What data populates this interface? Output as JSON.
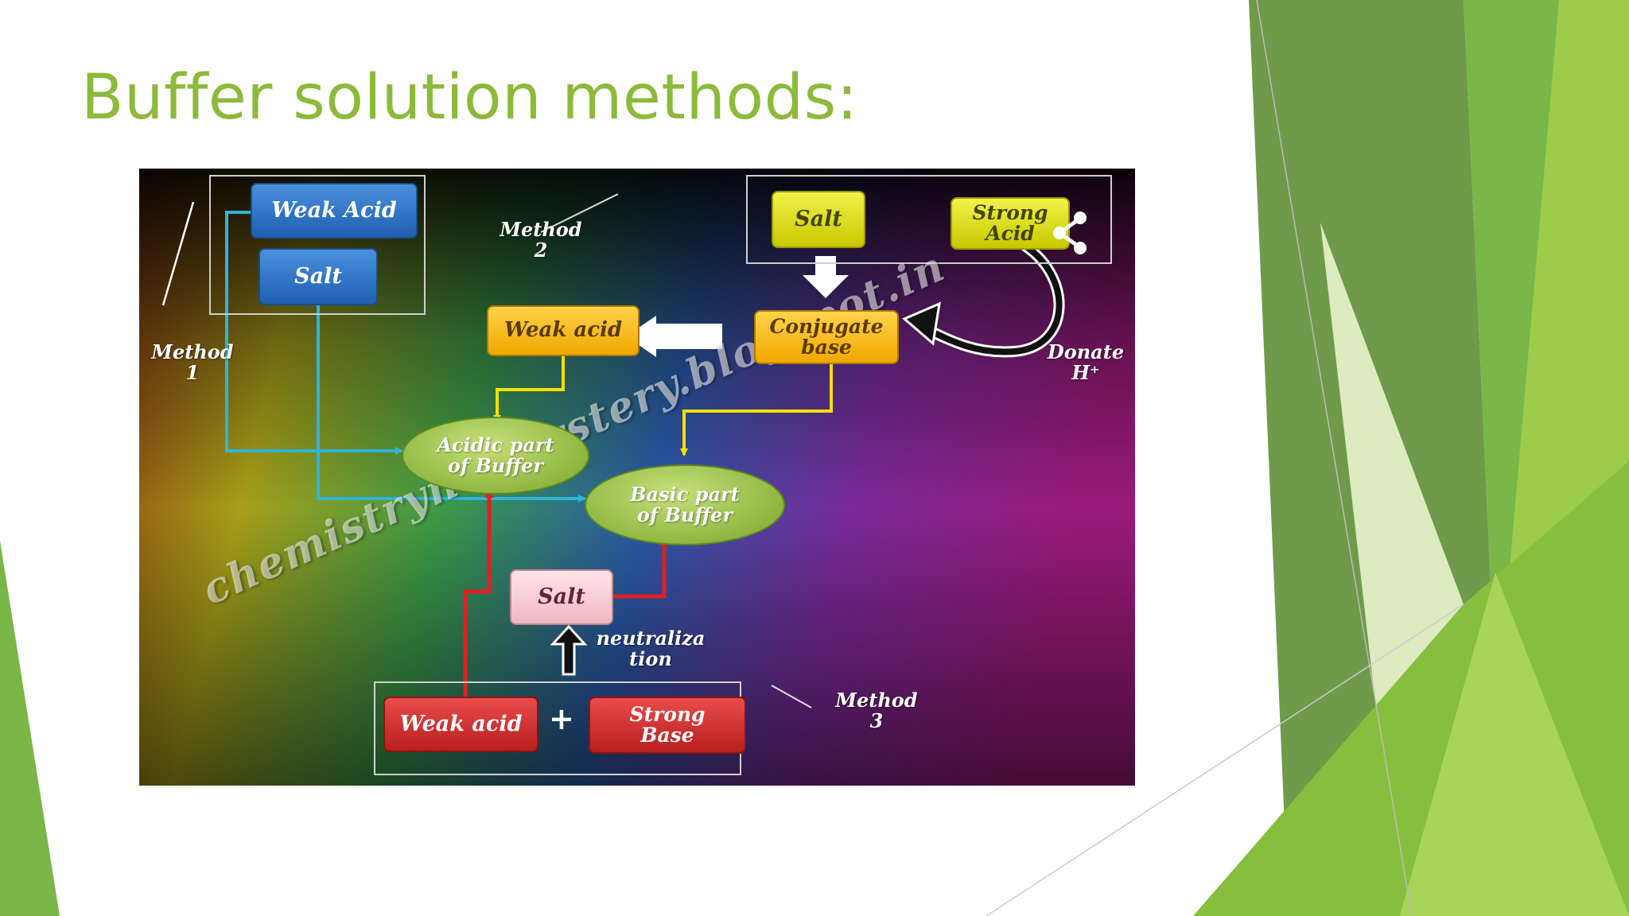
{
  "slide": {
    "title": "Buffer solution methods:",
    "colors": {
      "title": "#8cba3a",
      "accent_dark": "#6f9a4a",
      "accent_mid": "#7ab648",
      "accent_light": "#9ccc4a",
      "accent_pale": "#dcebc0"
    }
  },
  "diagram": {
    "watermark": "chemistrynotmystery.blogspot.in",
    "method1": {
      "label": "Method\n1",
      "weak_acid": "Weak Acid",
      "salt": "Salt"
    },
    "method2": {
      "label": "Method\n2",
      "salt": "Salt",
      "strong_acid": "Strong\nAcid",
      "conjugate_base": "Conjugate\nbase",
      "weak_acid": "Weak acid",
      "donate": "Donate\nH⁺"
    },
    "acidic_part": "Acidic part\nof Buffer",
    "basic_part": "Basic part\nof Buffer",
    "method3": {
      "label": "Method\n3",
      "salt": "Salt",
      "neutralization": "neutraliza\ntion",
      "weak_acid": "Weak acid",
      "plus": "+",
      "strong_base": "Strong\nBase"
    },
    "icons": {
      "share": "share-icon"
    }
  }
}
